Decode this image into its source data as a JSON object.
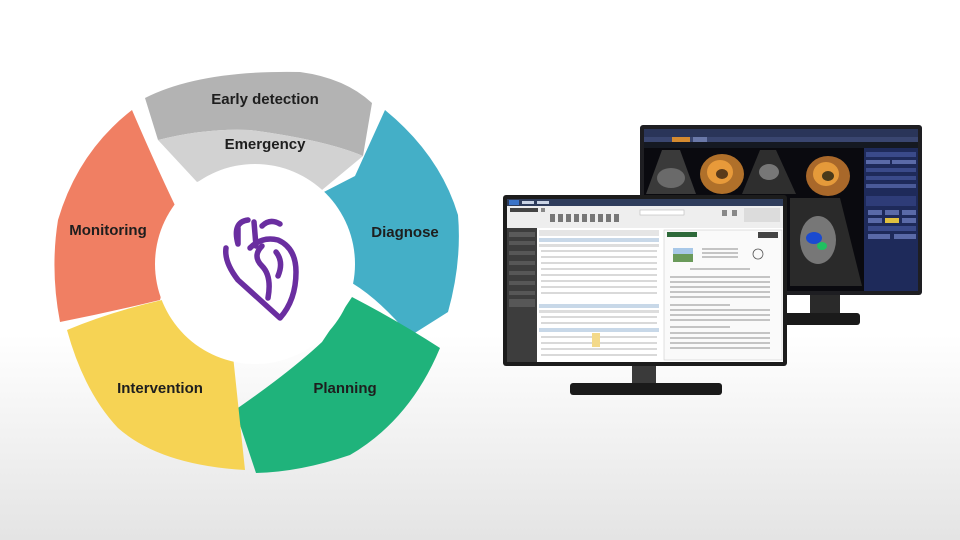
{
  "cycle": {
    "stages": [
      {
        "label": "Early detection",
        "color": "#b3b3b3"
      },
      {
        "label": "Emergency",
        "color": "#d2d2d2"
      },
      {
        "label": "Diagnose",
        "color": "#44afc7"
      },
      {
        "label": "Planning",
        "color": "#1fb37b"
      },
      {
        "label": "Intervention",
        "color": "#f6d354"
      },
      {
        "label": "Monitoring",
        "color": "#f07f63"
      }
    ],
    "center_icon": "heart-icon",
    "icon_color": "#6a2ea0"
  },
  "monitors": {
    "back": {
      "icon": "3d-echo-viewer-screen"
    },
    "front": {
      "icon": "clinical-worklist-report-screen"
    }
  }
}
